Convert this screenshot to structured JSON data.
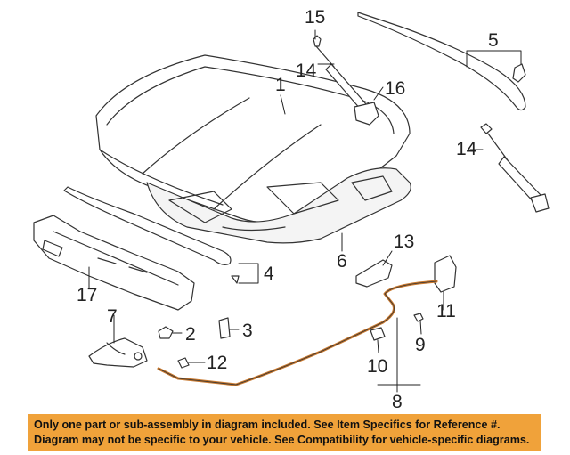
{
  "diagram": {
    "callouts": {
      "n1": "1",
      "n2": "2",
      "n3": "3",
      "n4": "4",
      "n5": "5",
      "n6": "6",
      "n7": "7",
      "n8": "8",
      "n9": "9",
      "n10": "10",
      "n11": "11",
      "n12": "12",
      "n13": "13",
      "n14a": "14",
      "n14b": "14",
      "n15": "15",
      "n16": "16",
      "n17": "17"
    },
    "colors": {
      "line_art": "#333333",
      "cable_highlight": "#c8782e"
    }
  },
  "footer": {
    "line1": "Only one part or sub-assembly in diagram included. See Item Specifics for Reference #.",
    "line2": "Diagram may not be specific to your vehicle. See Compatibility for vehicle-specific diagrams.",
    "background": "#f0a23a"
  }
}
